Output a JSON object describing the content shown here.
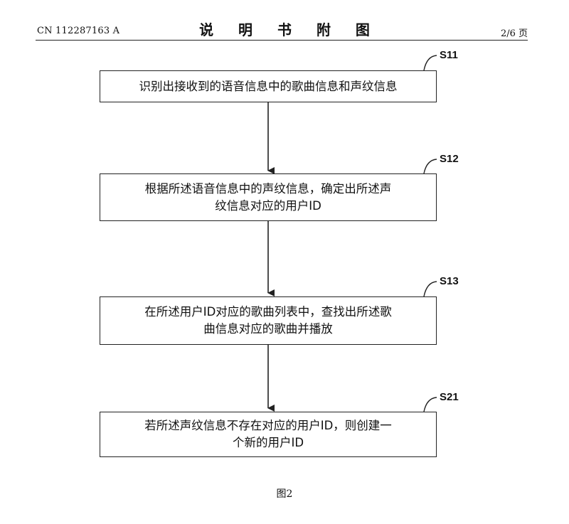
{
  "header": {
    "publication_number": "CN 112287163 A",
    "title": "说 明 书 附 图",
    "page": "2/6 页"
  },
  "steps": [
    {
      "label": "S11",
      "text": "识别出接收到的语音信息中的歌曲信息和声纹信息"
    },
    {
      "label": "S12",
      "text": "根据所述语音信息中的声纹信息，确定出所述声纹信息对应的用户ID"
    },
    {
      "label": "S13",
      "text": "在所述用户ID对应的歌曲列表中，查找出所述歌曲信息对应的歌曲并播放"
    },
    {
      "label": "S21",
      "text": "若所述声纹信息不存在对应的用户ID，则创建一个新的用户ID"
    }
  ],
  "figure_caption": "图2"
}
